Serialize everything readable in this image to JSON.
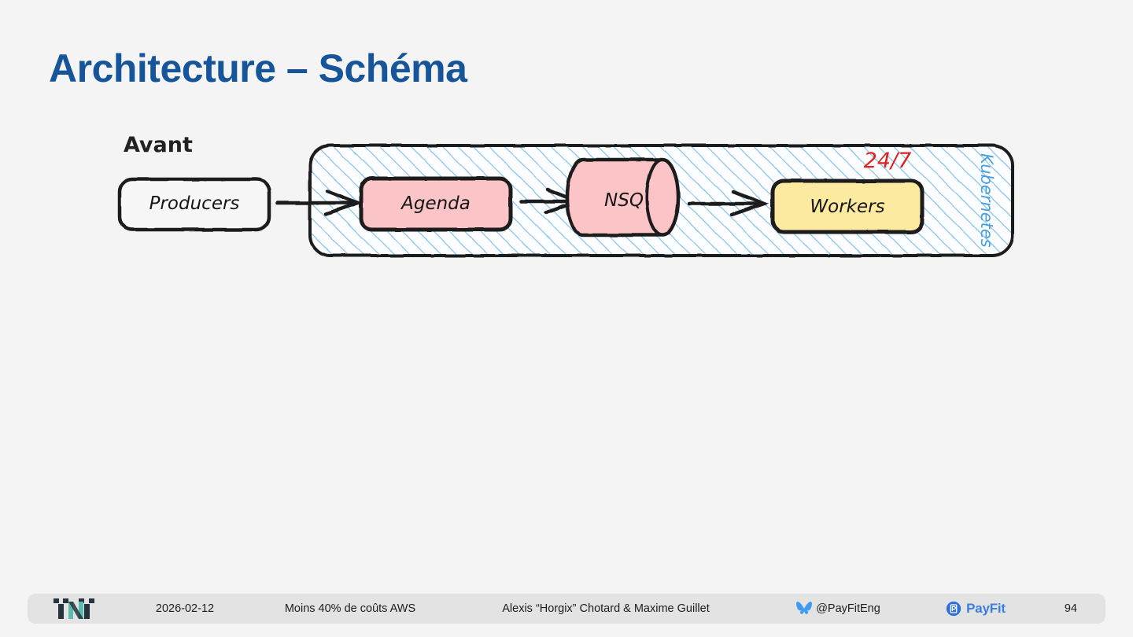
{
  "slide": {
    "title": "Architecture – Schéma",
    "title_color": "#16559a",
    "background": "#f4f4f4",
    "page_number": "94"
  },
  "diagram": {
    "section_label": "Avant",
    "container": {
      "label": "Kubernetes",
      "label_color": "#4a9fe0",
      "hatch_color": "#8ec5e8",
      "fill": "#fbfdff",
      "stroke": "#1f1f1f"
    },
    "annotation": {
      "text": "24/7",
      "color": "#dd2222"
    },
    "nodes": [
      {
        "id": "producers",
        "label": "Producers",
        "shape": "rounded-rect",
        "fill": "#f7f7f7",
        "stroke": "#1f1f1f",
        "inside_container": false
      },
      {
        "id": "agenda",
        "label": "Agenda",
        "shape": "rounded-rect",
        "fill": "#fbc4c7",
        "stroke": "#1f1f1f",
        "inside_container": true
      },
      {
        "id": "nsq",
        "label": "NSQ",
        "shape": "cylinder",
        "fill": "#fbc4c7",
        "stroke": "#1f1f1f",
        "inside_container": true
      },
      {
        "id": "workers",
        "label": "Workers",
        "shape": "rounded-rect",
        "fill": "#fbeaa0",
        "stroke": "#1f1f1f",
        "inside_container": true
      }
    ],
    "edges": [
      {
        "from": "producers",
        "to": "agenda"
      },
      {
        "from": "agenda",
        "to": "nsq"
      },
      {
        "from": "nsq",
        "to": "workers"
      }
    ]
  },
  "footer": {
    "logo_alt": "tnt-logo",
    "date": "2026-02-12",
    "talk_title": "Moins 40% de coûts AWS",
    "authors": "Alexis “Horgix” Chotard & Maxime Guillet",
    "social_handle": "@PayFitEng",
    "social_icon": "bluesky-butterfly-icon",
    "brand_name": "PayFit",
    "brand_mark": "payfit-p-icon",
    "brand_color": "#3b7de0",
    "page_number": "94"
  }
}
